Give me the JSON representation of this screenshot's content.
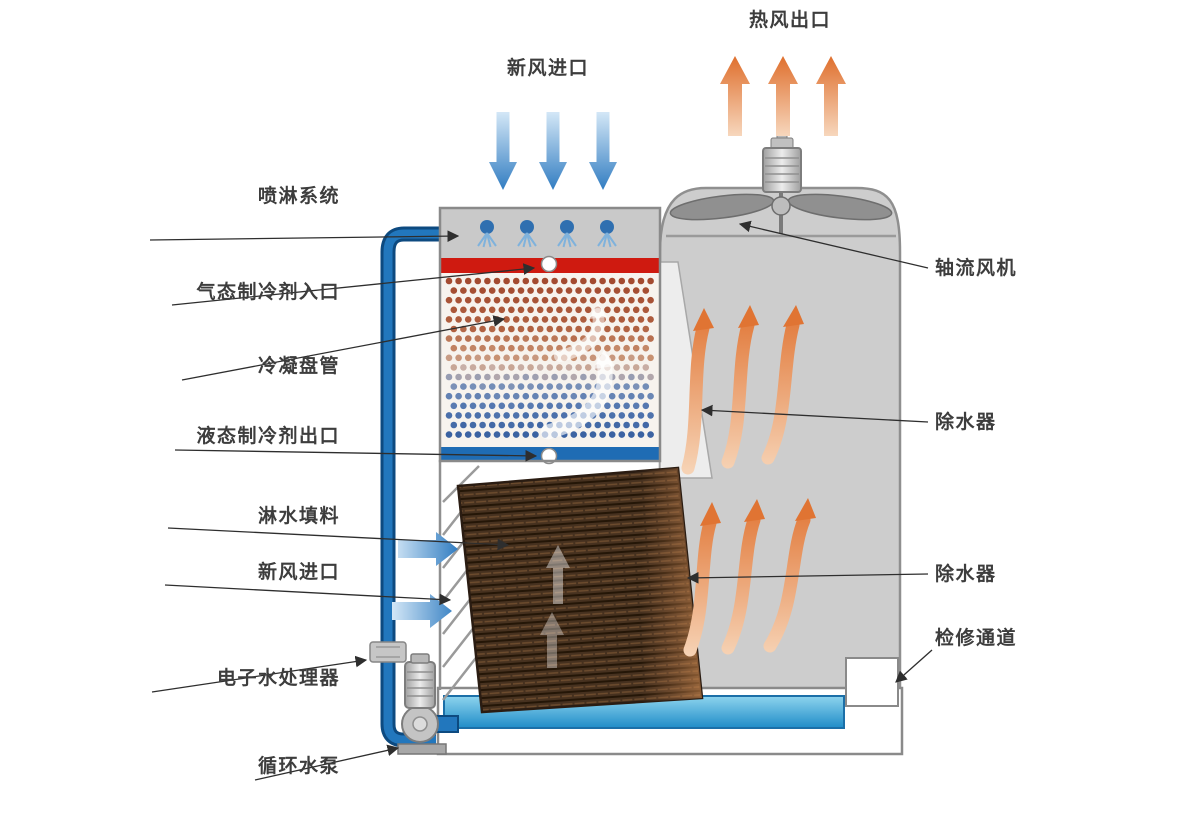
{
  "diagram": {
    "type": "evaporative-condenser-cooling-tower-schematic",
    "labels": {
      "hot_air_outlet": "热风出口",
      "fresh_air_inlet_top": "新风进口",
      "spray_system": "喷淋系统",
      "gas_refrigerant_inlet": "气态制冷剂入口",
      "condensing_coil": "冷凝盘管",
      "liquid_refrigerant_outlet": "液态制冷剂出口",
      "fill_material": "淋水填料",
      "fresh_air_inlet_side": "新风进口",
      "electronic_water_treater": "电子水处理器",
      "circulating_water_pump": "循环水泵",
      "axial_fan": "轴流风机",
      "drift_eliminator_upper": "除水器",
      "drift_eliminator_lower": "除水器",
      "service_access": "检修通道"
    },
    "colors": {
      "hot_air_arrow": "#e07433",
      "fresh_air_arrow": "#2d7ac0",
      "pipe_blue": "#2277bd",
      "gas_inlet_header_red": "#cf1a10",
      "liquid_outlet_header_blue": "#1f6cb4",
      "tower_body_gray": "#cdcdcd",
      "basin_water_blue": "#2e9fd6",
      "fill_media_dark": "#46311f",
      "coil_hot_end": "#a34a30",
      "coil_cold_end": "#3a62a2",
      "label_text": "#3d3d3d"
    }
  }
}
